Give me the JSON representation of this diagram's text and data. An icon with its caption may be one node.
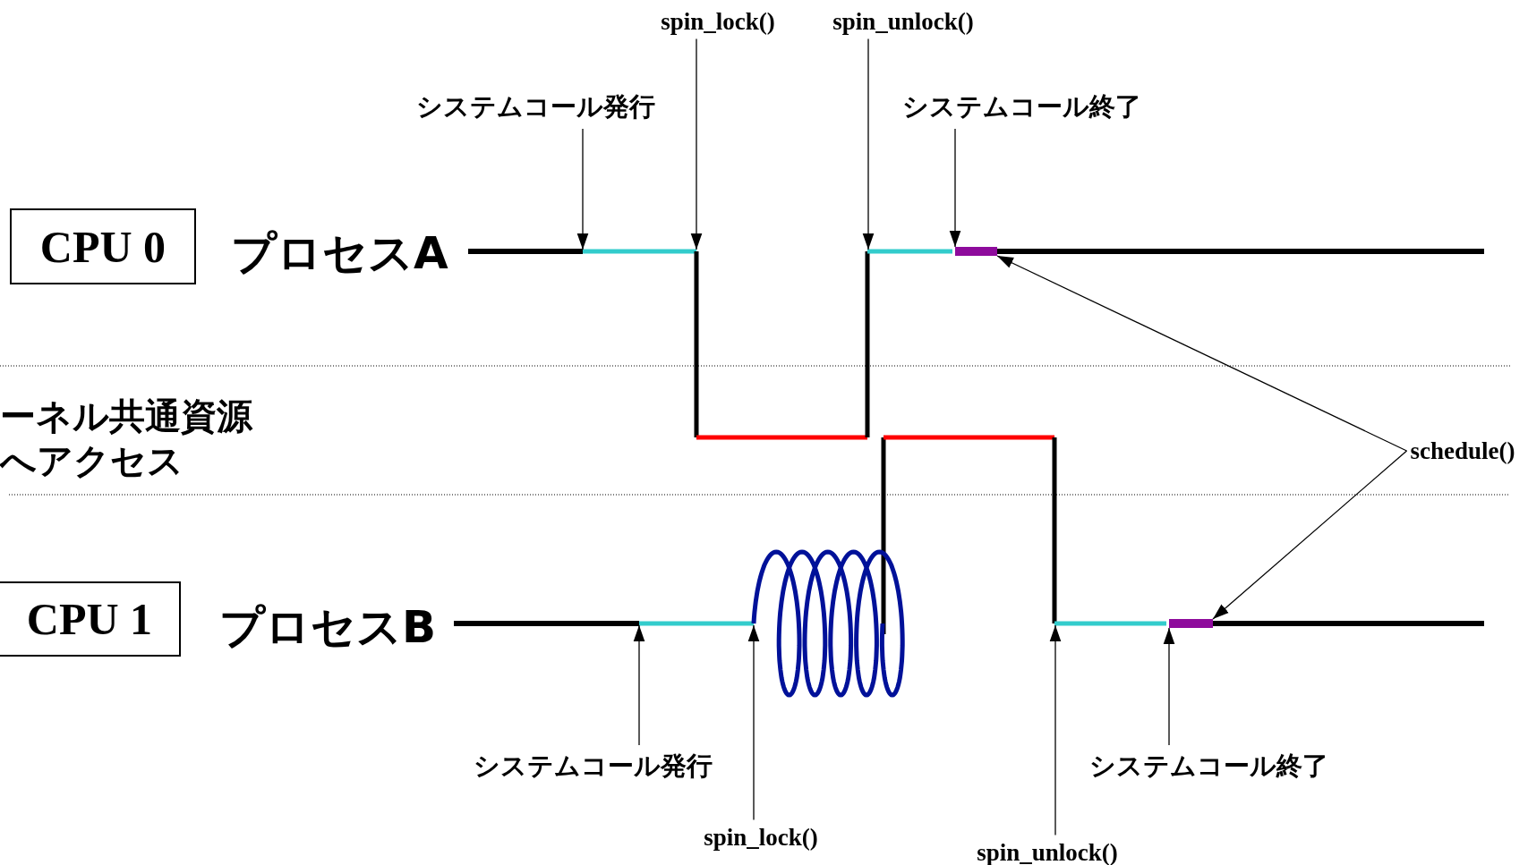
{
  "diagram": {
    "nodes": [
      {
        "text": [
          "CPU 0"
        ],
        "beside": [
          "プロセスA"
        ]
      },
      {
        "text": [
          "CPU 1"
        ],
        "beside": [
          "プロセスB"
        ]
      },
      {
        "text": [
          "システムコール発行"
        ]
      },
      {
        "text": [
          "spin_lock()"
        ]
      },
      {
        "text": [
          "spin_unlock()"
        ]
      },
      {
        "text": [
          "システムコール終了"
        ]
      },
      {
        "text": [],
        "shape": "bar"
      },
      {
        "text": [
          "schedule()"
        ]
      },
      {
        "text": [],
        "shape": "bar"
      },
      {
        "text": [
          "システムコール発行"
        ]
      },
      {
        "text": [
          "spin_lock()"
        ]
      },
      {
        "text": [
          "spin_unlock()"
        ]
      },
      {
        "text": [
          "システムコール終了"
        ]
      }
    ],
    "edges": [
      {
        "from": 2,
        "to": null,
        "arrow": "to"
      },
      {
        "from": 3,
        "to": null,
        "arrow": "to"
      },
      {
        "from": 4,
        "to": null,
        "arrow": "to"
      },
      {
        "from": 5,
        "to": 6,
        "arrow": "to"
      },
      {
        "from": 7,
        "to": 6,
        "arrow": "to"
      },
      {
        "from": 7,
        "to": 8,
        "arrow": "to"
      },
      {
        "from": 9,
        "to": null,
        "arrow": "to"
      },
      {
        "from": 10,
        "to": null,
        "arrow": "to"
      },
      {
        "from": 11,
        "to": null,
        "arrow": "to"
      },
      {
        "from": 12,
        "to": 8,
        "arrow": "to"
      }
    ],
    "labels": [
      "ーネル共通資源へアクセス"
    ]
  }
}
